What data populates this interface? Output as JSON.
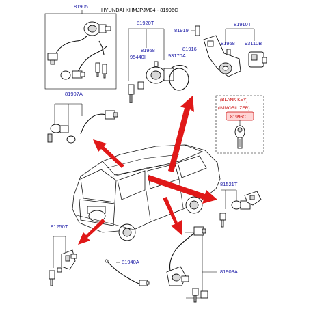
{
  "header": {
    "title": "HYUNDAI KHMJPJM04 - 81996C"
  },
  "callouts": {
    "c81905": "81905",
    "c81920T": "81920T",
    "c81919": "81919",
    "c81910T": "81910T",
    "c81958a": "81958",
    "c95440I": "95440I",
    "c81916": "81916",
    "c93170A": "93170A",
    "c81958b": "81958",
    "c93110B": "93110B",
    "c81907A": "81907A",
    "c81521T": "81521T",
    "c81250T": "81250T",
    "c81940A": "81940A",
    "c81908A": "81908A"
  },
  "blank_key_box": {
    "title": "(BLANK KEY)",
    "subtitle": "(IMMOBILIZER)",
    "part": "81996C"
  },
  "colors": {
    "accent_red": "#e01818",
    "part_blue": "#1a1aa6",
    "label_red": "#c80000"
  }
}
